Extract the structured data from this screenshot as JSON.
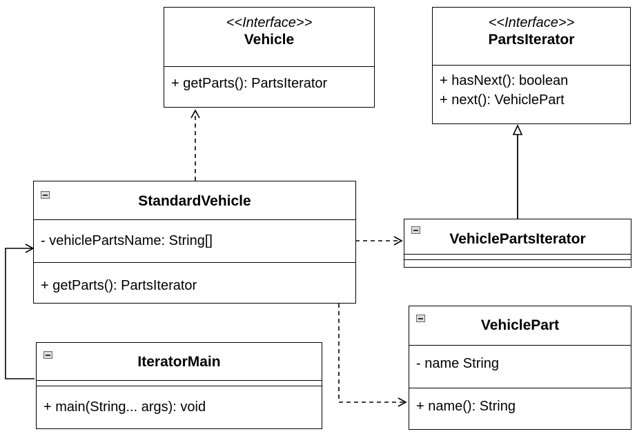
{
  "classes": {
    "vehicle": {
      "stereotype": "<<Interface>>",
      "name": "Vehicle",
      "methods": [
        "+ getParts(): PartsIterator"
      ]
    },
    "parts_iterator": {
      "stereotype": "<<Interface>>",
      "name": "PartsIterator",
      "methods": [
        "+ hasNext(): boolean",
        "+ next(): VehiclePart"
      ]
    },
    "standard_vehicle": {
      "name": "StandardVehicle",
      "attributes": [
        "- vehiclePartsName: String[]"
      ],
      "methods": [
        "+ getParts(): PartsIterator"
      ]
    },
    "vehicle_parts_iterator": {
      "name": "VehiclePartsIterator"
    },
    "vehicle_part": {
      "name": "VehiclePart",
      "attributes": [
        "- name String"
      ],
      "methods": [
        "+ name(): String"
      ]
    },
    "iterator_main": {
      "name": "IteratorMain",
      "methods": [
        "+ main(String... args): void"
      ]
    }
  }
}
